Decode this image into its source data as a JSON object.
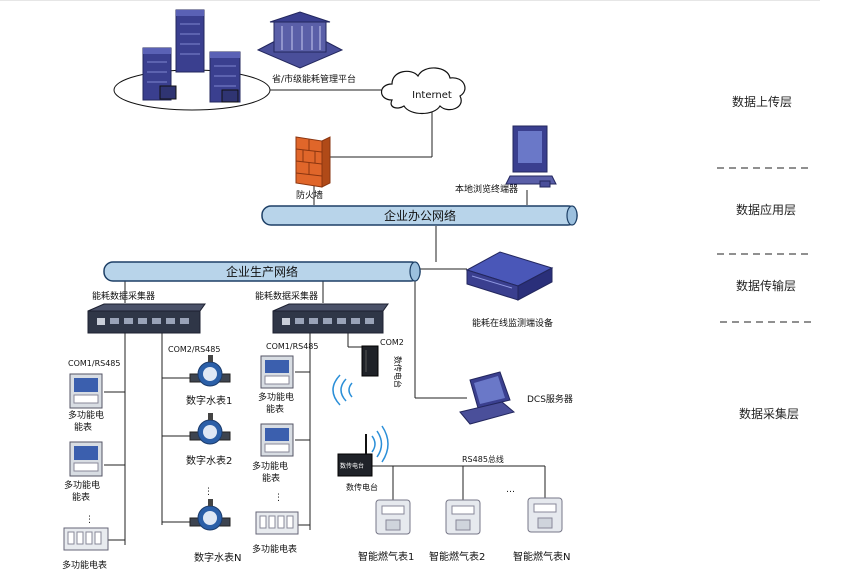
{
  "labels": {
    "platform": "省/市级能耗管理平台",
    "internet": "Internet",
    "firewall": "防火墙",
    "local_terminal": "本地浏览终端器",
    "office_network": "企业办公网络",
    "production_network": "企业生产网络",
    "collector_left": "能耗数据采集器",
    "collector_right": "能耗数据采集器",
    "monitor_device": "能耗在线监测端设备",
    "dcs_server": "DCS服务器",
    "com_rs485_a": "COM1/RS485",
    "com_rs485_b": "COM2/RS485",
    "com_rs485_c": "COM1/RS485",
    "com2": "COM2",
    "meter_multi_1a": "多功能电",
    "meter_multi_1b": "能表",
    "meter_multi_2a": "多功能电",
    "meter_multi_2b": "能表",
    "meter_multi_3": "多功能电表",
    "water_1": "数字水表1",
    "water_2": "数字水表2",
    "water_n": "数字水表N",
    "meter_multi_4a": "多功能电",
    "meter_multi_4b": "能表",
    "meter_multi_5a": "多功能电",
    "meter_multi_5b": "能表",
    "meter_multi_6": "多功能电表",
    "radio_vertical": "数传电台",
    "radio_box": "数传电台",
    "radio_label": "数传电台",
    "rs485_bus": "RS485总线",
    "gas_1": "智能燃气表1",
    "gas_2": "智能燃气表2",
    "gas_n": "智能燃气表N",
    "ellipsis": "⋮",
    "ellipsis_h": "…"
  },
  "layers": {
    "upload": "数据上传层",
    "application": "数据应用层",
    "transport": "数据传输层",
    "collection": "数据采集层"
  },
  "colors": {
    "server": "#3a3f8f",
    "server_dark": "#23275e",
    "pipe": "#b8d4ea",
    "pipe_edge": "#1d3f66",
    "firewall": "#e0662a",
    "collector": "#2f3647",
    "meter_bg": "#d8dde3",
    "meter_screen": "#3b5fae",
    "water_blue": "#2b5fa8",
    "gas_body": "#e6e9ee"
  },
  "icons": {
    "servers": "server-cluster-icon",
    "building": "government-building-icon",
    "cloud": "internet-cloud-icon",
    "firewall": "firewall-icon",
    "terminal": "computer-terminal-icon",
    "monitor_device": "rack-device-icon",
    "dcs": "computer-icon",
    "collector": "data-collector-icon",
    "meter": "power-meter-icon",
    "water": "water-meter-icon",
    "radio": "radio-transmitter-icon",
    "wifi": "wireless-signal-icon",
    "gas": "gas-meter-icon"
  }
}
